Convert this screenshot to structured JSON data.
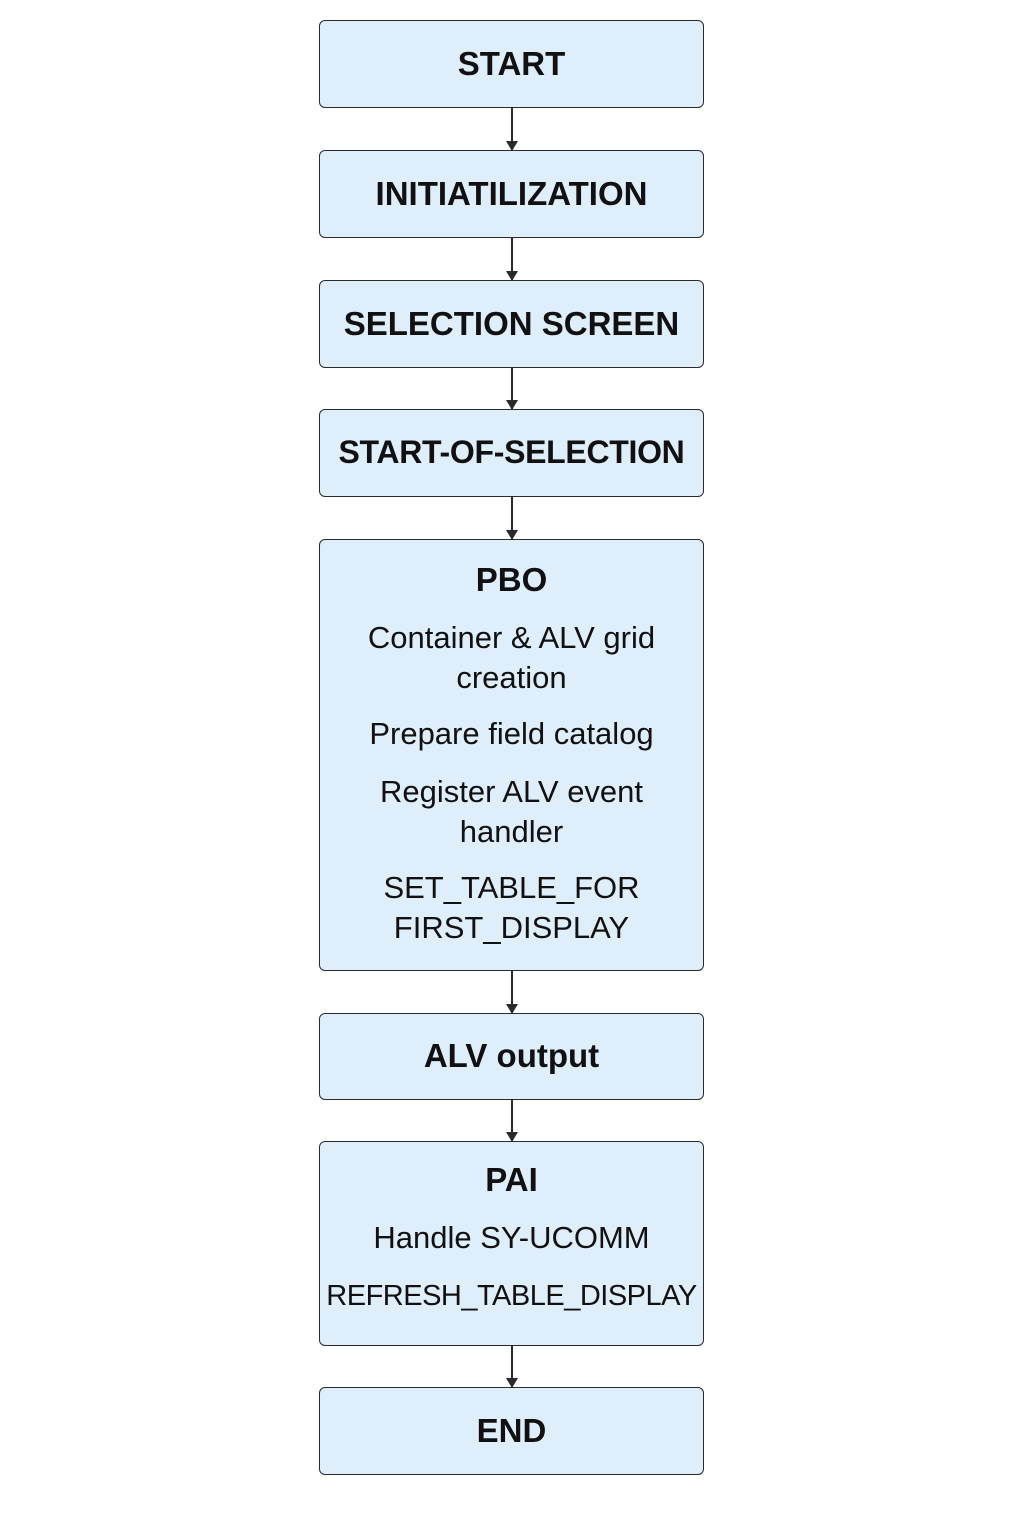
{
  "flow": {
    "start": "START",
    "init": "INITIATILIZATION",
    "selection_screen": "SELECTION SCREEN",
    "start_of_selection": "START-OF-SELECTION",
    "pbo": {
      "title": "PBO",
      "steps": [
        "Container & ALV grid\ncreation",
        "Prepare field catalog",
        "Register ALV event\nhandler",
        "SET_TABLE_FOR\nFIRST_DISPLAY"
      ]
    },
    "alv_output": "ALV output",
    "pai": {
      "title": "PAI",
      "steps": [
        "Handle SY-UCOMM",
        "REFRESH_TABLE_DISPLAY"
      ]
    },
    "end": "END"
  },
  "colors": {
    "box_fill": "#dfeefb",
    "box_border": "#2a2a2a",
    "text": "#111111",
    "arrow": "#2a2a2a"
  }
}
